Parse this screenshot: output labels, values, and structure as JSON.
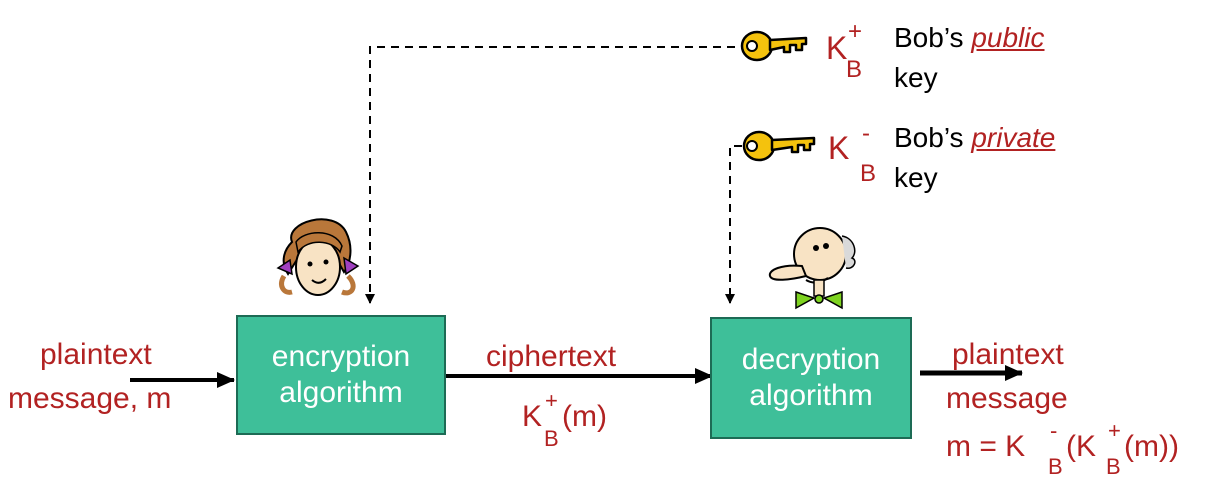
{
  "colors": {
    "box_fill": "#3ebf99",
    "box_border": "#1d6b55",
    "label_red": "#b22222",
    "key_gold": "#f4c20d",
    "arrow": "#000000"
  },
  "public_key": {
    "symbol": "K",
    "sup": "+",
    "sub": "B",
    "desc_prefix": "Bob’s ",
    "desc_emphasis": "public",
    "desc_line2": "key",
    "icon": "key-icon"
  },
  "private_key": {
    "symbol": "K",
    "sup": "-",
    "sub": "B",
    "desc_prefix": "Bob’s ",
    "desc_emphasis": "private",
    "desc_line2": "key",
    "icon": "key-icon"
  },
  "input": {
    "line1": "plaintext",
    "line2": "message, m"
  },
  "encryption_box": {
    "line1": "encryption",
    "line2": "algorithm"
  },
  "decryption_box": {
    "line1": "decryption",
    "line2": "algorithm"
  },
  "ciphertext": {
    "label": "ciphertext",
    "k": "K",
    "sup": "+",
    "sub": "B",
    "arg": "(m)"
  },
  "output": {
    "line1": "plaintext",
    "line2": "message",
    "formula_prefix": "m = K",
    "sub1": "B",
    "sup1": "-",
    "paren_open": "(K",
    "sub2": "B",
    "sup2": "+",
    "formula_suffix": "(m))"
  },
  "alice": {
    "icon": "alice-avatar-icon"
  },
  "bob": {
    "icon": "bob-avatar-icon"
  }
}
